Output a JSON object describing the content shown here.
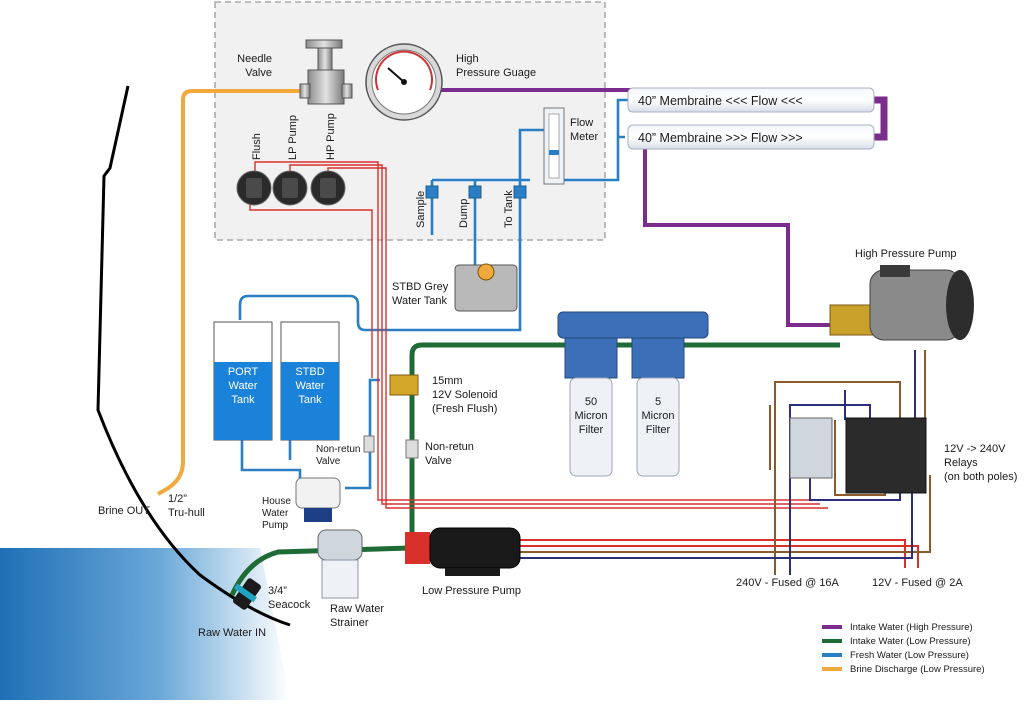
{
  "labels": {
    "needle_valve": [
      "Needle",
      "Valve"
    ],
    "pressure_gauge": [
      "High",
      "Pressure Guage"
    ],
    "switches": [
      "Flush",
      "LP Pump",
      "HP Pump"
    ],
    "flow_meter": [
      "Flow",
      "Meter"
    ],
    "valves": [
      "Sample",
      "Dump",
      "To Tank"
    ],
    "membrane_top": "40” Membraine  <<< Flow <<<",
    "membrane_bottom": "40” Membraine  >>> Flow >>>",
    "hp_pump": "High Pressure Pump",
    "grey_tank": [
      "STBD Grey",
      "Water Tank"
    ],
    "port_tank": [
      "PORT",
      "Water",
      "Tank"
    ],
    "stbd_tank": [
      "STBD",
      "Water",
      "Tank"
    ],
    "solenoid": [
      "15mm",
      "12V Solenoid",
      "(Fresh Flush)"
    ],
    "non_return_1": [
      "Non-retun",
      "Valve"
    ],
    "non_return_2": [
      "Non-retun",
      "Valve"
    ],
    "filter_50": [
      "50",
      "Micron",
      "Filter"
    ],
    "filter_5": [
      "5",
      "Micron",
      "Filter"
    ],
    "relays": [
      "12V -> 240V",
      "Relays",
      "(on both poles)"
    ],
    "house_pump": [
      "House",
      "Water",
      "Pump"
    ],
    "brine_out": "Brine OUT",
    "thru_hull": [
      "1/2”",
      "Tru-hull"
    ],
    "seacock": [
      "3/4”",
      "Seacock"
    ],
    "raw_water_in": "Raw Water IN",
    "raw_strainer": [
      "Raw Water",
      "Strainer"
    ],
    "lp_pump": "Low Pressure Pump",
    "fuse_240": "240V - Fused @ 16A",
    "fuse_12": "12V - Fused @ 2A"
  },
  "legend": [
    {
      "label": "Intake Water (High Pressure)",
      "color": "#7b2d8e"
    },
    {
      "label": "Intake Water (Low Pressure)",
      "color": "#1f6b35"
    },
    {
      "label": "Fresh Water (Low Pressure)",
      "color": "#2a7fc4"
    },
    {
      "label": "Brine Discharge (Low Pressure)",
      "color": "#f2a93b"
    }
  ],
  "colors": {
    "high_pressure": "#7b2d8e",
    "low_pressure": "#1f6b35",
    "fresh": "#2a7fc4",
    "brine": "#f2a93b",
    "wire_red": "#d9302c",
    "wire_brown": "#8a5a2b",
    "wire_navy": "#2b2f7a",
    "sea": "#2a7fc4"
  }
}
